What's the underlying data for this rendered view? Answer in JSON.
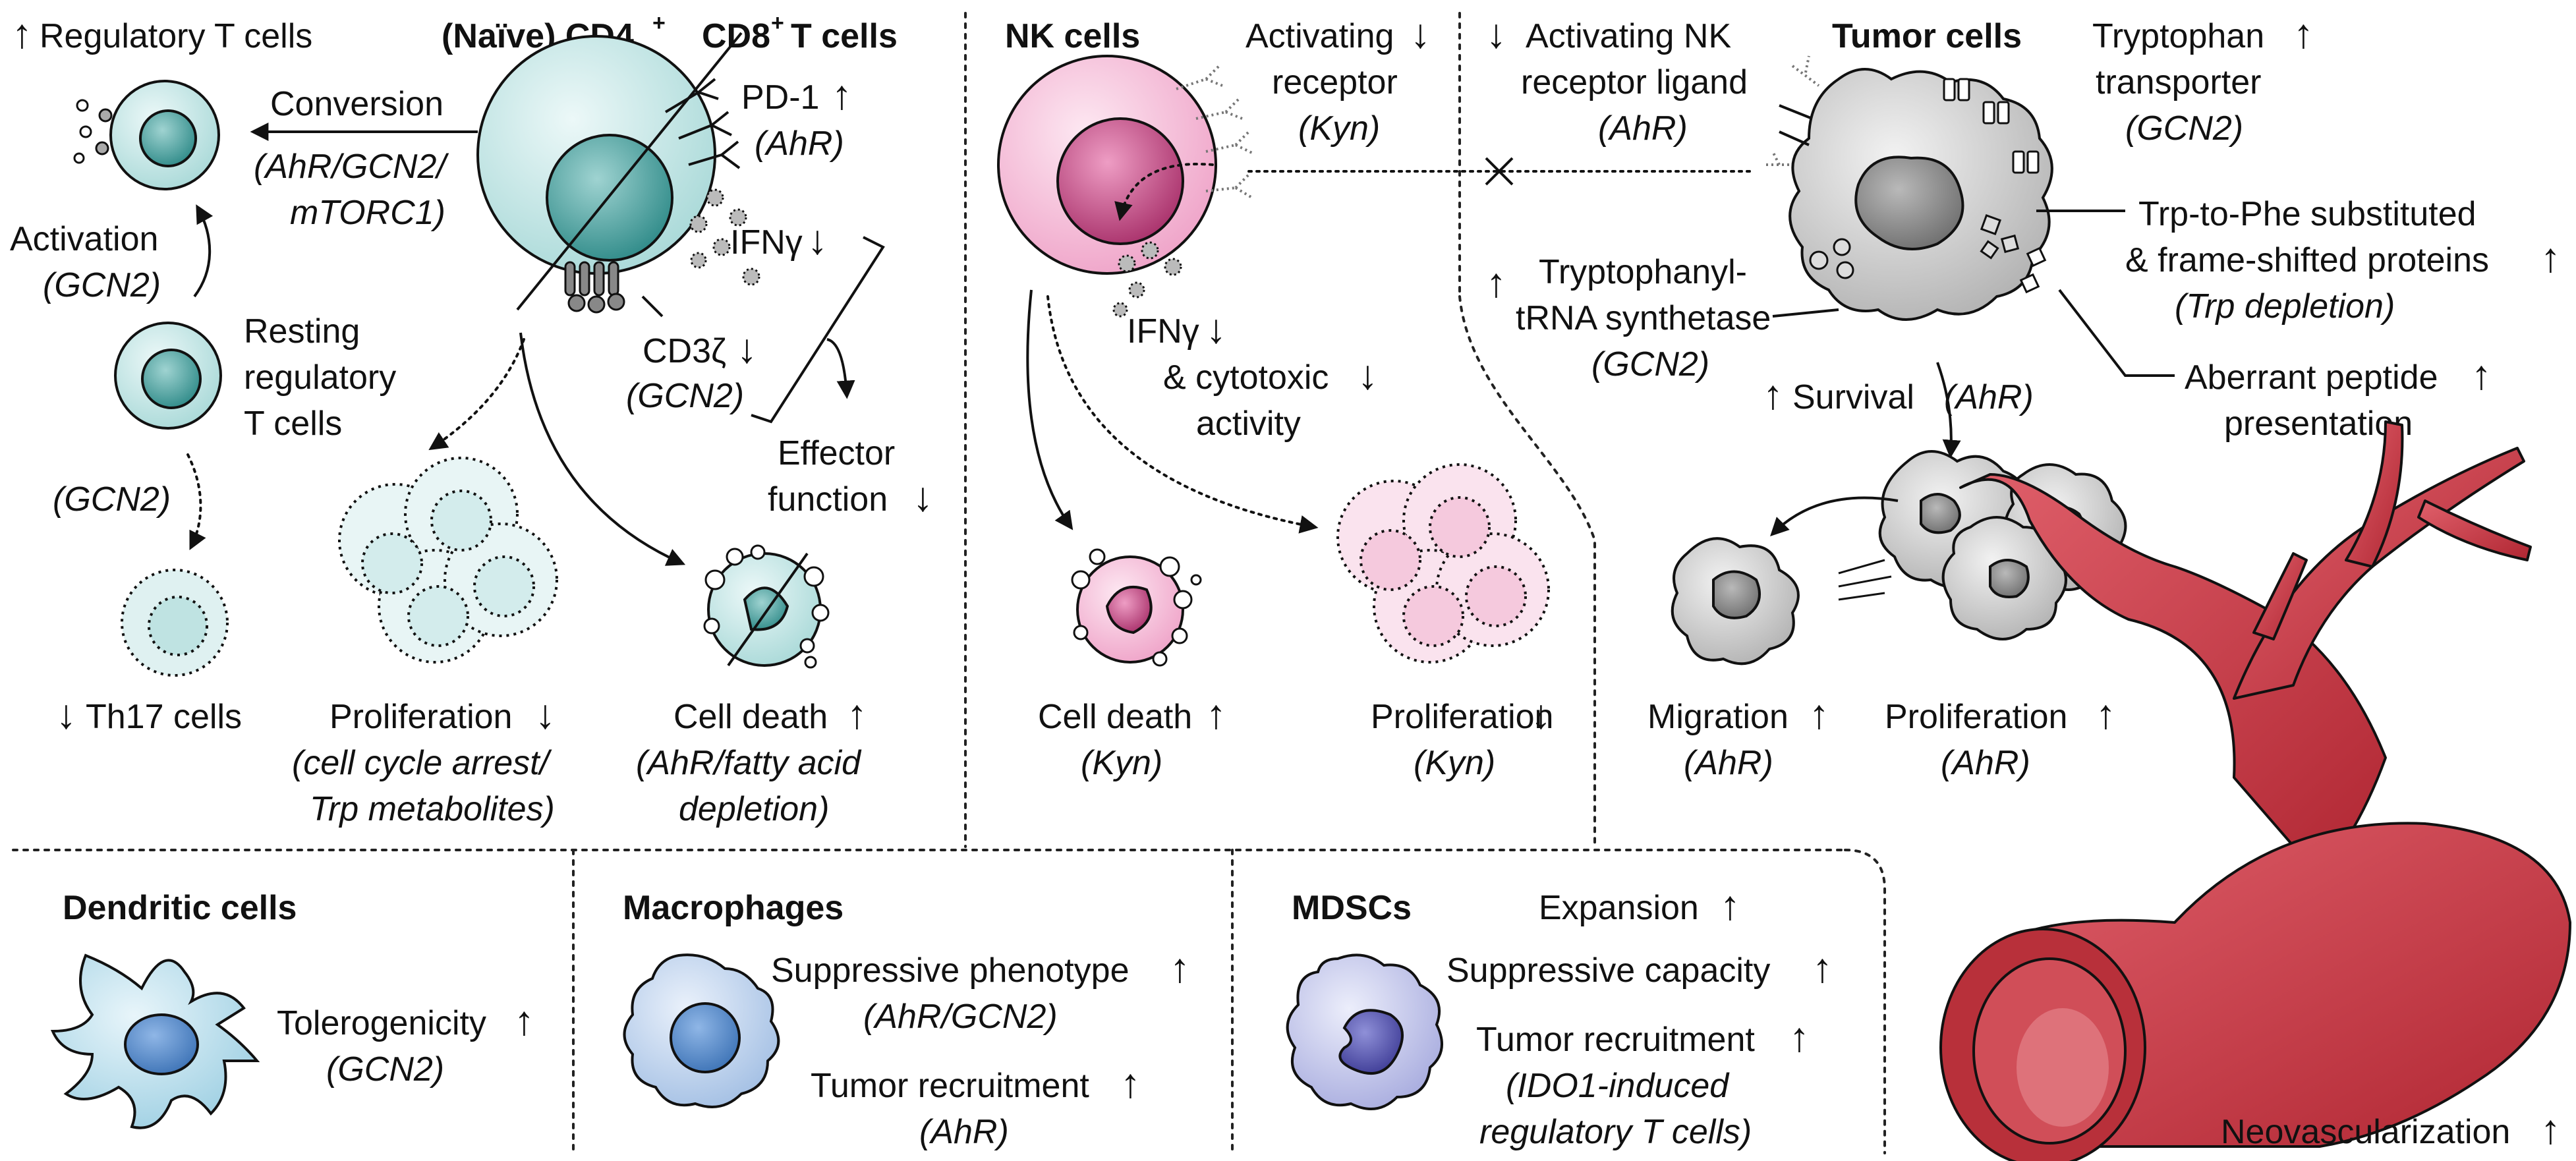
{
  "tcells": {
    "regulatory_t_cells": "Regulatory T cells",
    "header_cd4": "(Naïve) CD4",
    "header_cd8": "CD8",
    "header_sup": "+",
    "header_tcells": "T cells",
    "conversion": "Conversion",
    "conversion_mech_1": "(AhR/GCN2/",
    "conversion_mech_2": "mTORC1)",
    "activation": "Activation",
    "activation_mech": "(GCN2)",
    "resting_1": "Resting",
    "resting_2": "regulatory",
    "resting_3": "T cells",
    "th17_mech": "(GCN2)",
    "th17": "Th17 cells",
    "pd1": "PD-1",
    "pd1_mech": "(AhR)",
    "ifng": "IFNγ",
    "cd3z": "CD3ζ",
    "cd3z_mech": "(GCN2)",
    "effector_1": "Effector",
    "effector_2": "function",
    "proliferation": "Proliferation",
    "prolif_mech_1": "(cell cycle arrest/",
    "prolif_mech_2": "Trp metabolites)",
    "cell_death": "Cell death",
    "death_mech_1": "(AhR/fatty acid",
    "death_mech_2": "depletion)"
  },
  "nk": {
    "header": "NK cells",
    "activating_receptor": "Activating",
    "receptor": "receptor",
    "receptor_mech": "(Kyn)",
    "ifng": "IFNγ",
    "cytotoxic_1": "& cytotoxic",
    "cytotoxic_2": "activity",
    "cell_death": "Cell death",
    "death_mech": "(Kyn)",
    "proliferation": "Proliferation",
    "prolif_mech": "(Kyn)"
  },
  "tumor": {
    "header": "Tumor cells",
    "nk_ligand_1": "Activating NK",
    "nk_ligand_2": "receptor ligand",
    "nk_ligand_mech": "(AhR)",
    "transporter_1": "Tryptophan",
    "transporter_2": "transporter",
    "transporter_mech": "(GCN2)",
    "trp_phe_1": "Trp-to-Phe substituted",
    "trp_phe_2": "& frame-shifted proteins",
    "trp_phe_mech": "(Trp depletion)",
    "synthetase_1": "Tryptophanyl-",
    "synthetase_2": "tRNA synthetase",
    "synthetase_mech": "(GCN2)",
    "survival": "Survival",
    "survival_mech": "(AhR)",
    "aberrant_1": "Aberrant peptide",
    "aberrant_2": "presentation",
    "migration": "Migration",
    "migration_mech": "(AhR)",
    "proliferation": "Proliferation",
    "prolif_mech": "(AhR)",
    "neovascularization": "Neovascularization"
  },
  "dendritic": {
    "header": "Dendritic cells",
    "tolerogenicity": "Tolerogenicity",
    "tolerogenicity_mech": "(GCN2)"
  },
  "macrophages": {
    "header": "Macrophages",
    "suppressive": "Suppressive phenotype",
    "suppressive_mech": "(AhR/GCN2)",
    "recruitment": "Tumor recruitment",
    "recruitment_mech": "(AhR)"
  },
  "mdsc": {
    "header": "MDSCs",
    "expansion": "Expansion",
    "capacity": "Suppressive capacity",
    "recruitment": "Tumor recruitment",
    "recruitment_mech_1": "(IDO1-induced",
    "recruitment_mech_2": "regulatory T cells)"
  },
  "symbols": {
    "up": "↑",
    "down": "↓"
  },
  "colors": {
    "tcell_fill": "#cdeceb",
    "tcell_nucleus": "#4fa8a6",
    "nk_fill": "#f6c4dc",
    "nk_nucleus": "#c2447e",
    "tumor_fill": "#cfcfcf",
    "tumor_nucleus": "#8a8a8a",
    "vessel": "#c8323f",
    "dc_fill": "#bfe1ee",
    "macrophage_fill": "#c2d6ee",
    "mdsc_fill": "#c3c4ec"
  }
}
